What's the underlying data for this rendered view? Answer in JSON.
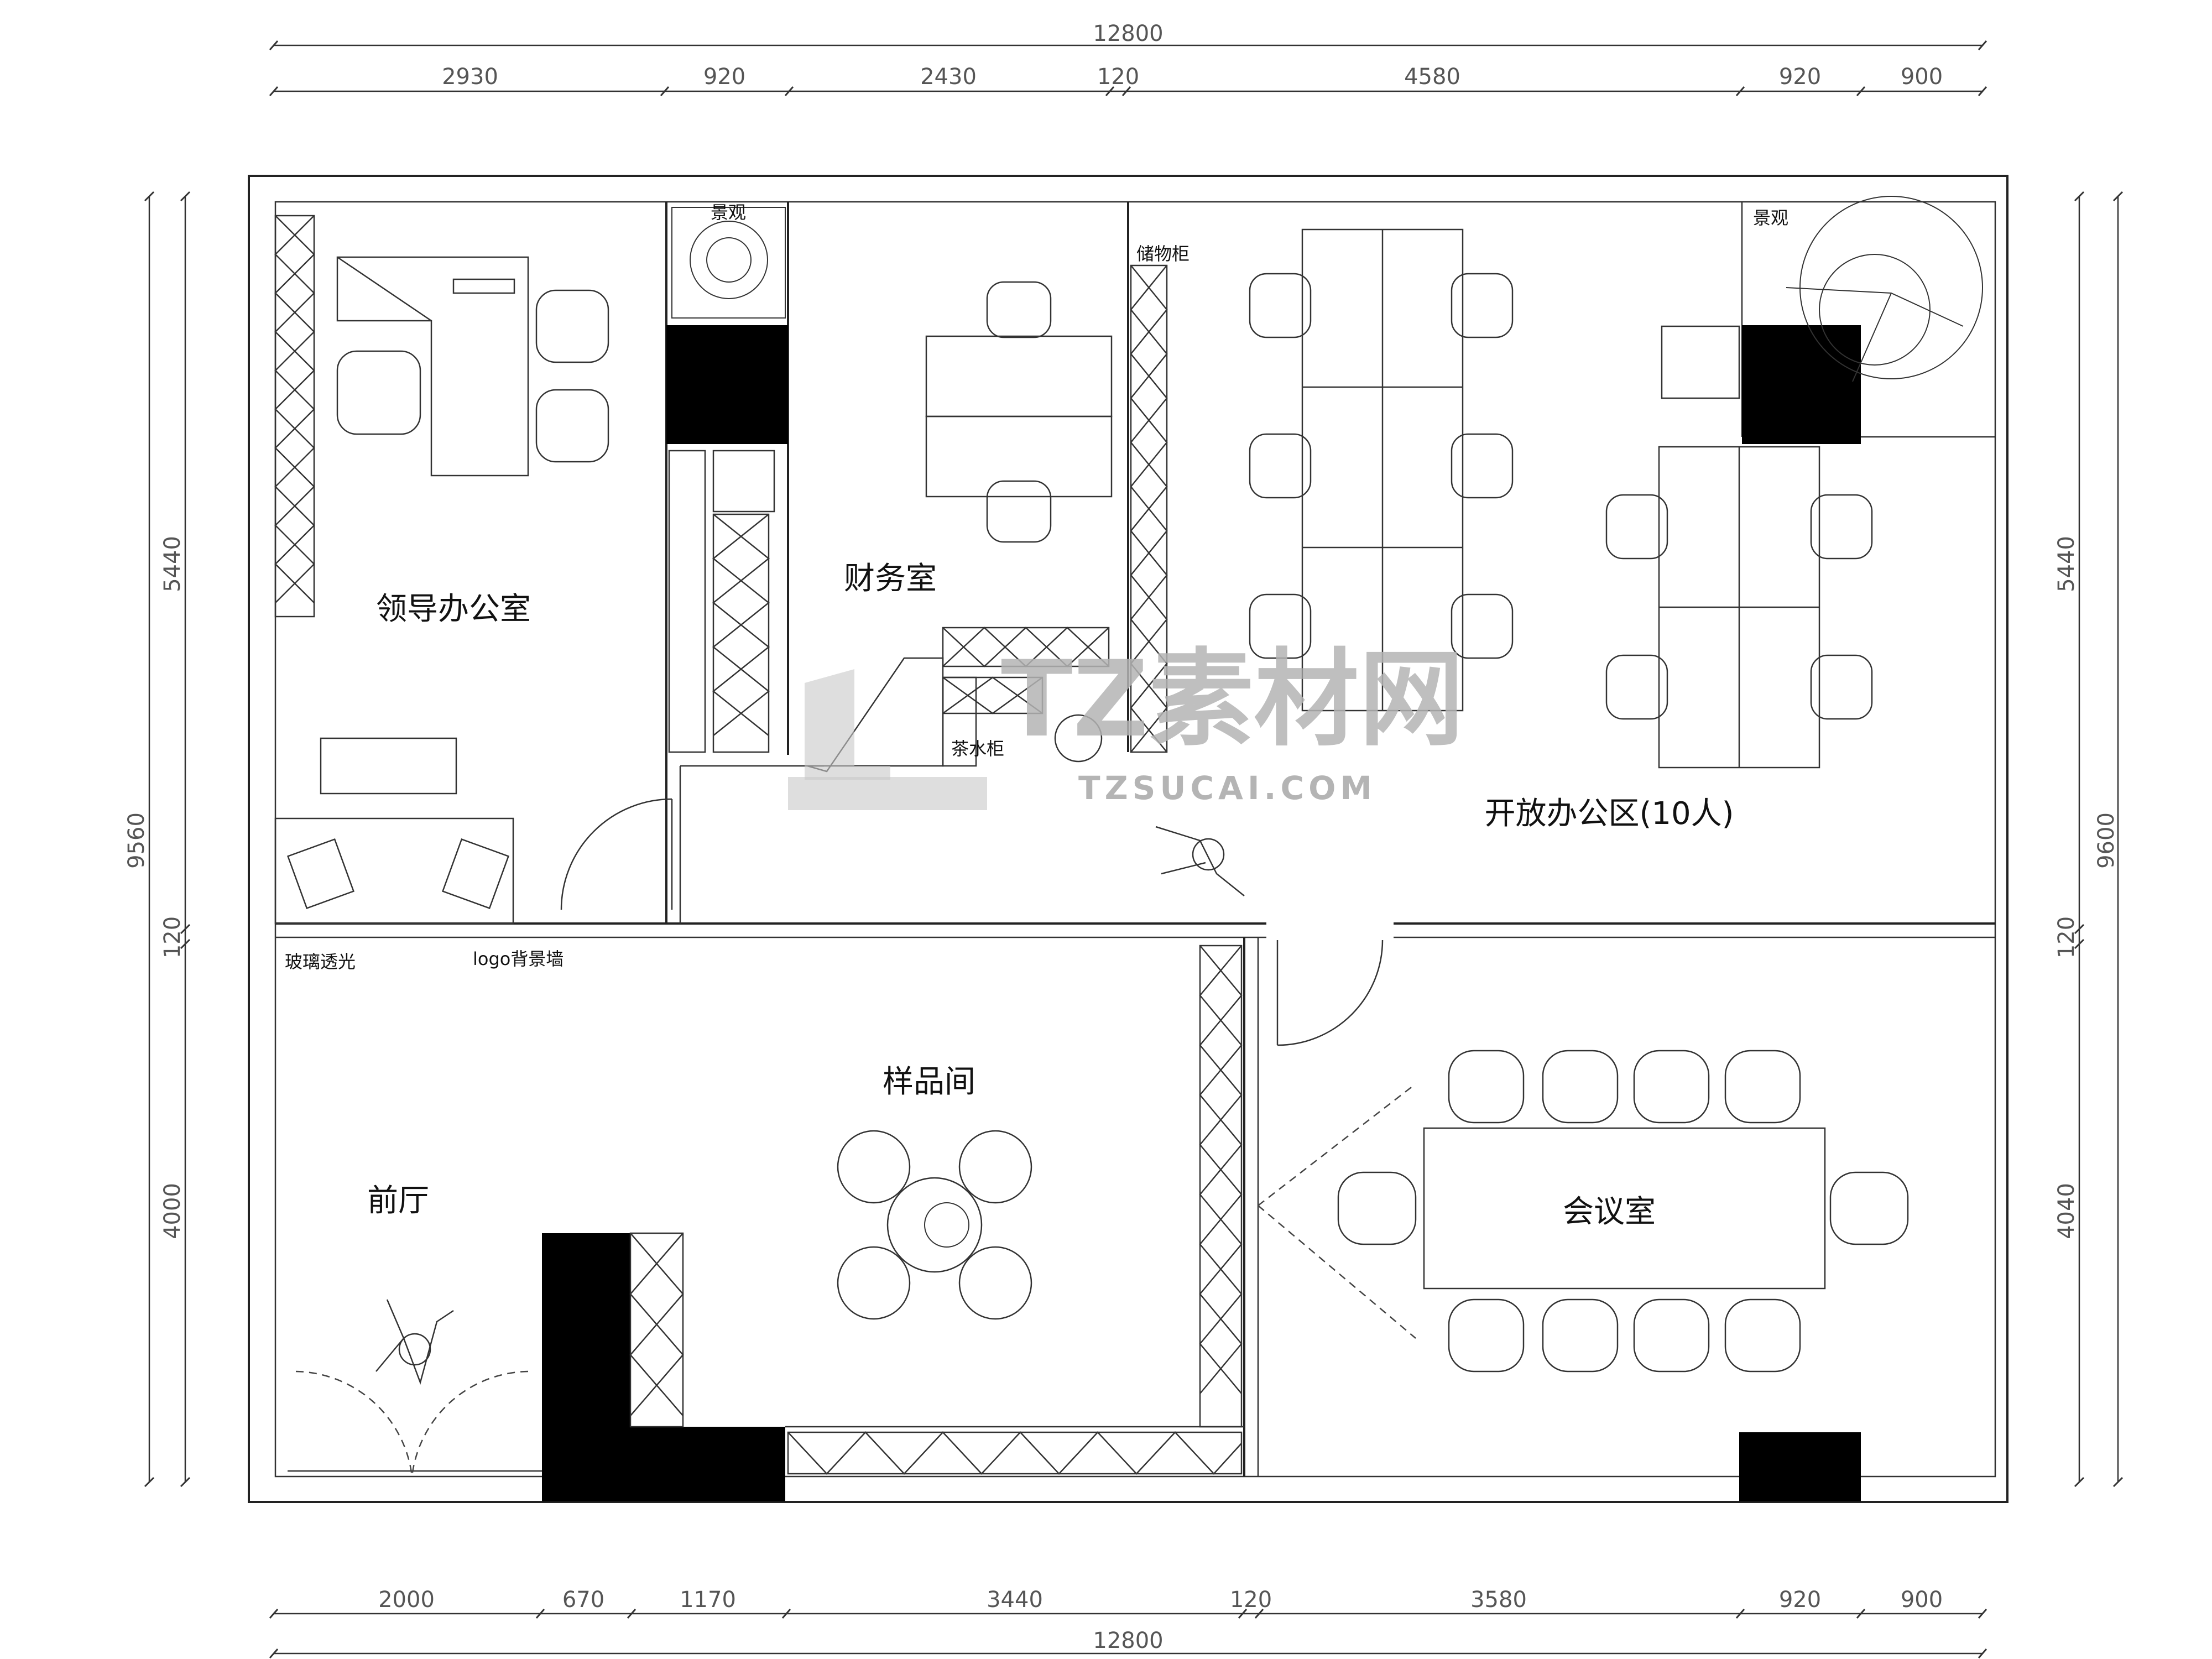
{
  "dimensions": {
    "top_total": "12800",
    "top_segments": [
      "2930",
      "920",
      "2430",
      "120",
      "4580",
      "920",
      "900"
    ],
    "bottom_total": "12800",
    "bottom_segments": [
      "2000",
      "670",
      "1170",
      "3440",
      "120",
      "3580",
      "920",
      "900"
    ],
    "left_total": "9560",
    "left_segments": [
      "5440",
      "120",
      "4000"
    ],
    "right_total": "9600",
    "right_segments": [
      "5440",
      "120",
      "4040"
    ]
  },
  "rooms": {
    "leader_office": "领导办公室",
    "finance": "财务室",
    "open_office": "开放办公区(10人)",
    "sample_room": "样品间",
    "lobby": "前厅",
    "meeting": "会议室"
  },
  "labels": {
    "landscape_1": "景观",
    "landscape_2": "景观",
    "storage": "储物柜",
    "tea_cabinet": "茶水柜",
    "glass": "玻璃透光",
    "logo_wall": "logo背景墙"
  },
  "watermark": {
    "main": "TZ素材网",
    "sub": "TZSUCAI.COM"
  }
}
